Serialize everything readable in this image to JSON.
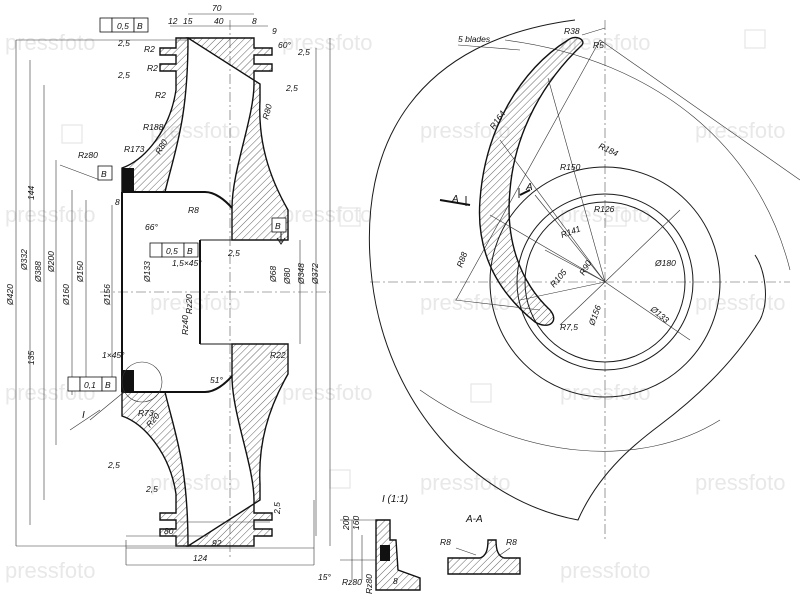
{
  "watermark": "pressfoto",
  "views": {
    "detail_label": "I (1:1)",
    "section_label": "A-A",
    "callout_I": "I",
    "section_cut": "A",
    "blades_note": "5 blades"
  },
  "tolerance_frames": [
    {
      "value": "0,5",
      "datum": "B"
    },
    {
      "value": "0,5",
      "datum": "B"
    },
    {
      "value": "0,1",
      "datum": "B"
    }
  ],
  "datum_labels": [
    "B",
    "B"
  ],
  "dims_main": {
    "top": [
      "70",
      "12",
      "15",
      "40",
      "8",
      "9",
      "60°"
    ],
    "roughness": [
      "2,5",
      "2,5",
      "2,5",
      "2,5",
      "2,5",
      "2,5",
      "2,5"
    ],
    "radii": [
      "R2",
      "R2",
      "R2",
      "R80",
      "R188",
      "R173",
      "R80",
      "R8",
      "R22",
      "R73",
      "R20",
      "Rz80",
      "Rz40",
      "Rz20"
    ],
    "diameters": [
      "Ø420",
      "Ø332",
      "Ø388",
      "Ø200",
      "Ø160",
      "Ø150",
      "Ø156",
      "Ø133",
      "Ø68",
      "Ø80",
      "Ø348",
      "Ø372"
    ],
    "misc": [
      "144",
      "135",
      "8",
      "66°",
      "1,5×45°",
      "1×45°",
      "51°",
      "2,5"
    ],
    "bottom": [
      "80",
      "92",
      "124"
    ]
  },
  "dims_blade": [
    "R38",
    "R5",
    "R164",
    "R184",
    "R150",
    "R126",
    "R141",
    "R88",
    "R105",
    "R90",
    "R7,5",
    "Ø180",
    "Ø133",
    "Ø156"
  ],
  "dims_detail": [
    "200",
    "160",
    "15°",
    "Rz80",
    "Rz80",
    "8"
  ],
  "dims_section": [
    "R8",
    "R8"
  ]
}
